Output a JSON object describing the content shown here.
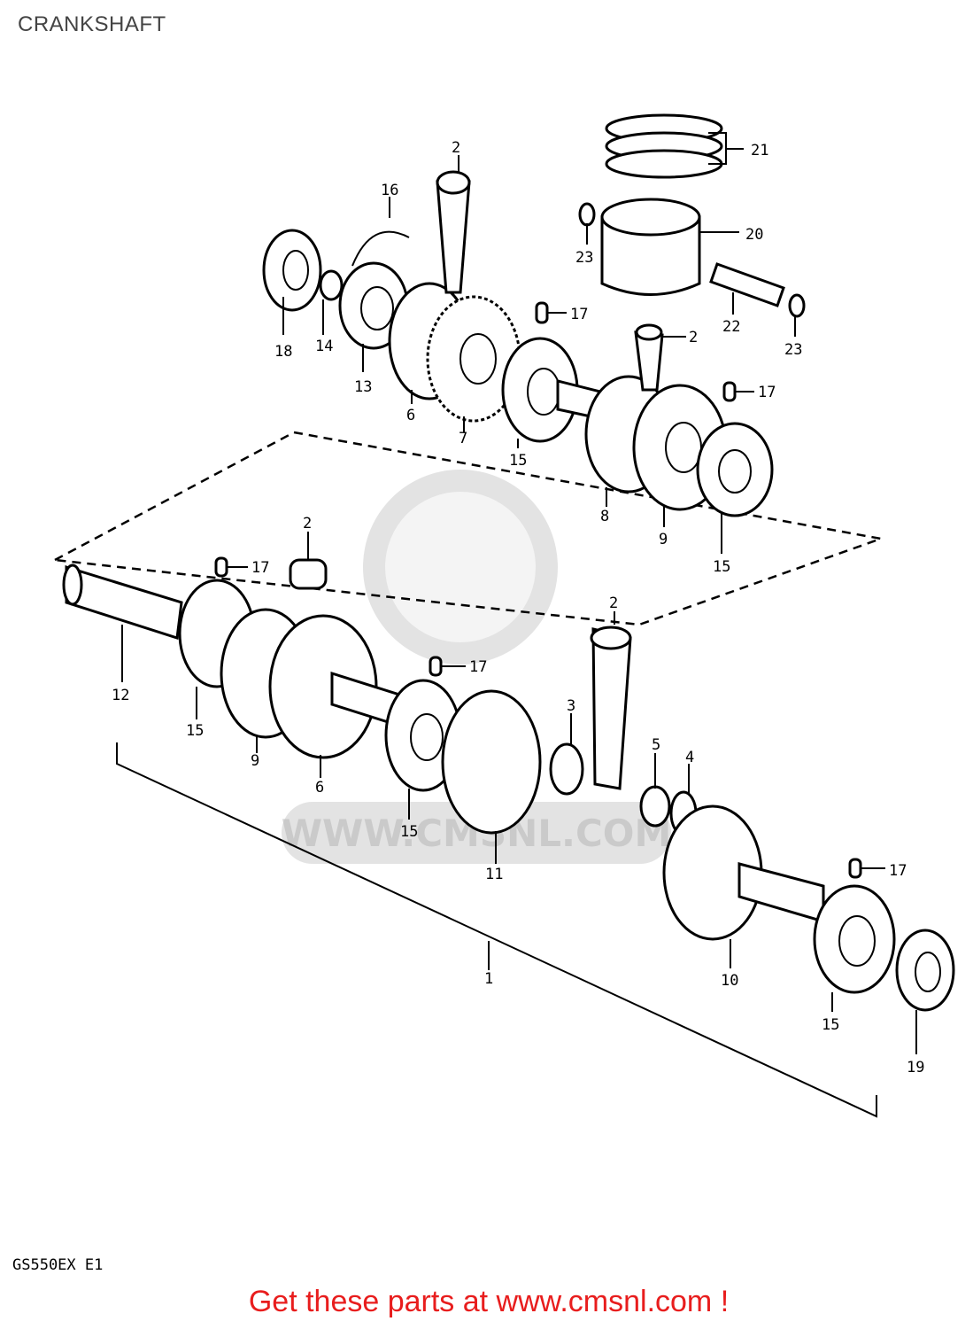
{
  "title": "CRANKSHAFT",
  "model_code": "GS550EX  E1",
  "promo_text": "Get these parts at www.cmsnl.com !",
  "watermark_text": "WWW.CMSNL.COM",
  "promo_color": "#e81d1d",
  "part_labels": {
    "p1": "1",
    "p2": "2",
    "p3": "3",
    "p4": "4",
    "p5": "5",
    "p6": "6",
    "p7": "7",
    "p8": "8",
    "p9": "9",
    "p10": "10",
    "p11": "11",
    "p12": "12",
    "p13": "13",
    "p14": "14",
    "p15": "15",
    "p16": "16",
    "p17": "17",
    "p18": "18",
    "p19": "19",
    "p20": "20",
    "p21": "21",
    "p22": "22",
    "p23": "23"
  }
}
